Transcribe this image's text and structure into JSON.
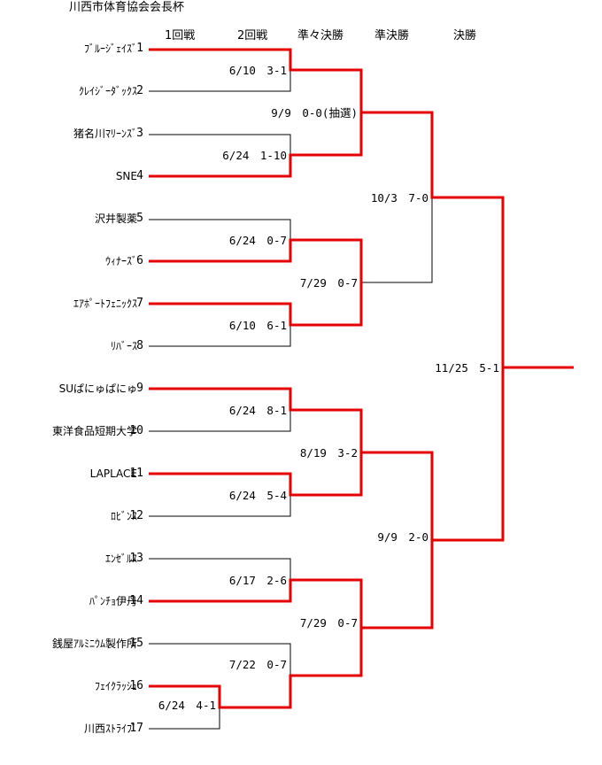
{
  "title": "川西市体育協会会長杯",
  "rounds": [
    "1回戦",
    "2回戦",
    "準々決勝",
    "準決勝",
    "決勝"
  ],
  "colors": {
    "winner_line": "#e60000",
    "line": "#000000"
  },
  "teams": [
    {
      "seed": "1",
      "name": "ﾌﾞﾙｰｼﾞｪｲｽﾞ"
    },
    {
      "seed": "2",
      "name": "ｸﾚｲｼﾞｰﾀﾞｯｸｽ"
    },
    {
      "seed": "3",
      "name": "猪名川ﾏﾘｰﾝｽﾞ"
    },
    {
      "seed": "4",
      "name": "SNE"
    },
    {
      "seed": "5",
      "name": "沢井製薬"
    },
    {
      "seed": "6",
      "name": "ｳｨﾅｰｽﾞ"
    },
    {
      "seed": "7",
      "name": "ｴｱﾎﾟｰﾄﾌｪﾆｯｸｽ"
    },
    {
      "seed": "8",
      "name": "ﾘﾊﾞｰｽ"
    },
    {
      "seed": "9",
      "name": "SUぱにゅぱにゅ"
    },
    {
      "seed": "10",
      "name": "東洋食品短期大学"
    },
    {
      "seed": "11",
      "name": "LAPLACE"
    },
    {
      "seed": "12",
      "name": "ﾛﾋﾞﾝｽ"
    },
    {
      "seed": "13",
      "name": "ｴﾝｾﾞﾙｽ"
    },
    {
      "seed": "14",
      "name": "ﾊﾟﾝﾁｮ伊丹"
    },
    {
      "seed": "15",
      "name": "銭屋ｱﾙﾐﾆｳﾑ製作所"
    },
    {
      "seed": "16",
      "name": "ﾌｪｲｸﾗｯｼｭ"
    },
    {
      "seed": "17",
      "name": "川西ｽﾄﾗｲﾌﾟ"
    }
  ],
  "results": [
    {
      "id": "r1-16v17",
      "text": "6/24　4-1"
    },
    {
      "id": "r2-1v2",
      "text": "6/10　3-1"
    },
    {
      "id": "r2-3v4",
      "text": "6/24　1-10"
    },
    {
      "id": "r2-5v6",
      "text": "6/24　0-7"
    },
    {
      "id": "r2-7v8",
      "text": "6/10　6-1"
    },
    {
      "id": "r2-9v10",
      "text": "6/24　8-1"
    },
    {
      "id": "r2-11v12",
      "text": "6/24　5-4"
    },
    {
      "id": "r2-13v14",
      "text": "6/17　2-6"
    },
    {
      "id": "r2-15v16",
      "text": "7/22　0-7"
    },
    {
      "id": "qf-1",
      "text": "9/9　0-0(抽選)"
    },
    {
      "id": "qf-2",
      "text": "7/29　0-7"
    },
    {
      "id": "qf-3",
      "text": "8/19　3-2"
    },
    {
      "id": "qf-4",
      "text": "7/29　0-7"
    },
    {
      "id": "sf-1",
      "text": "10/3　7-0"
    },
    {
      "id": "sf-2",
      "text": "9/9　2-0"
    },
    {
      "id": "final",
      "text": "11/25　5-1"
    }
  ]
}
